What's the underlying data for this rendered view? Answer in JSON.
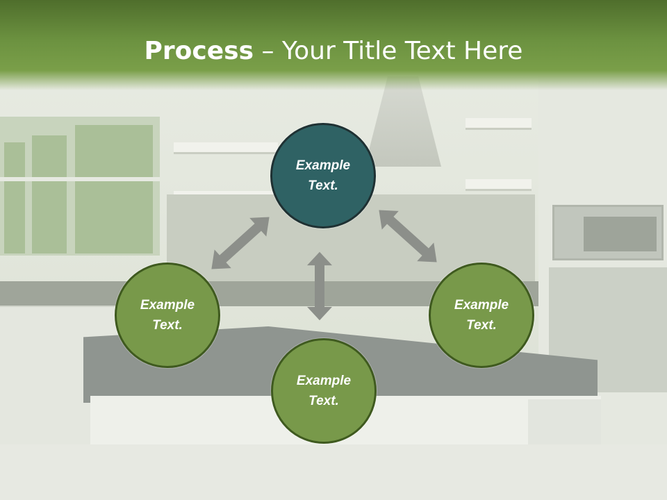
{
  "title": {
    "bold": "Process",
    "rest": " – Your Title Text Here"
  },
  "nodes": {
    "top": "Example Text.",
    "left": "Example Text.",
    "right": "Example Text.",
    "bottom": "Example Text."
  },
  "colors": {
    "title_bar": "#6c9240",
    "center_node": "#2f6264",
    "outer_node": "#78994a",
    "arrow": "#8c8f8a"
  }
}
